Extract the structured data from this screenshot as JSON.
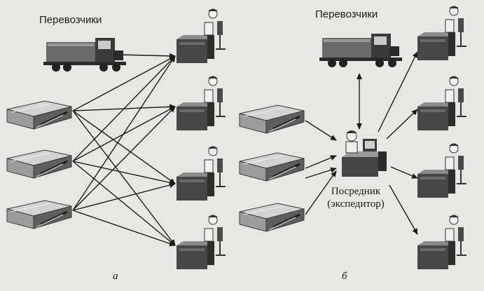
{
  "labels": {
    "carriers_left": "Перевозчики",
    "carriers_right": "Перевозчики",
    "intermediary_line1": "Посредник",
    "intermediary_line2": "(экспедитор)",
    "panel_a": "а",
    "panel_b": "б"
  },
  "icons": {
    "truck": "truck-icon",
    "warehouse": "warehouse-icon",
    "client": "client-workstation-icon",
    "intermediary": "intermediary-workstation-icon"
  },
  "colors": {
    "background": "#e9e7e3",
    "ink": "#1c1c1c",
    "roof": "#b8b8b8",
    "desk": "#4a4a4a"
  }
}
